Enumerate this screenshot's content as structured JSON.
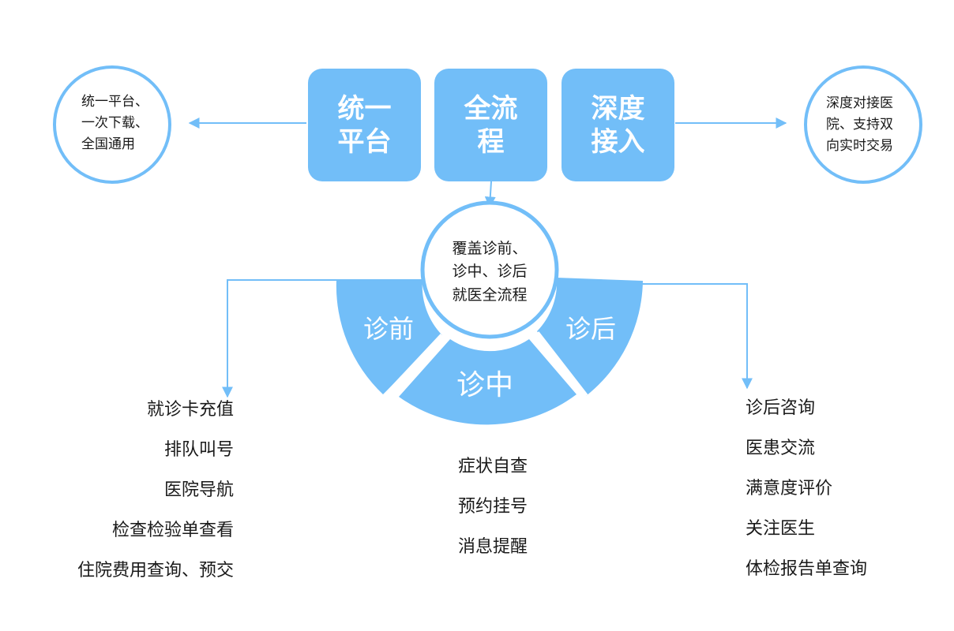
{
  "colors": {
    "accent": "#72bef8",
    "line": "#72bef8",
    "text": "#1a1a1a"
  },
  "tiles": [
    {
      "label": "统一平台"
    },
    {
      "label": "全流程"
    },
    {
      "label": "深度接入"
    }
  ],
  "left_note": {
    "lines": [
      "统一平台、",
      "一次下载、",
      "全国通用"
    ]
  },
  "right_note": {
    "lines": [
      "深度对接医",
      "院、支持双",
      "向实时交易"
    ]
  },
  "hub": {
    "lines": [
      "覆盖诊前、",
      "诊中、诊后",
      "就医全流程"
    ]
  },
  "segments": {
    "pre": "诊前",
    "mid": "诊中",
    "post": "诊后"
  },
  "lists": {
    "pre": [
      "就诊卡充值",
      "排队叫号",
      "医院导航",
      "检查检验单查看",
      "住院费用查询、预交"
    ],
    "mid": [
      "症状自查",
      "预约挂号",
      "消息提醒"
    ],
    "post": [
      "诊后咨询",
      "医患交流",
      "满意度评价",
      "关注医生",
      "体检报告单查询"
    ]
  }
}
